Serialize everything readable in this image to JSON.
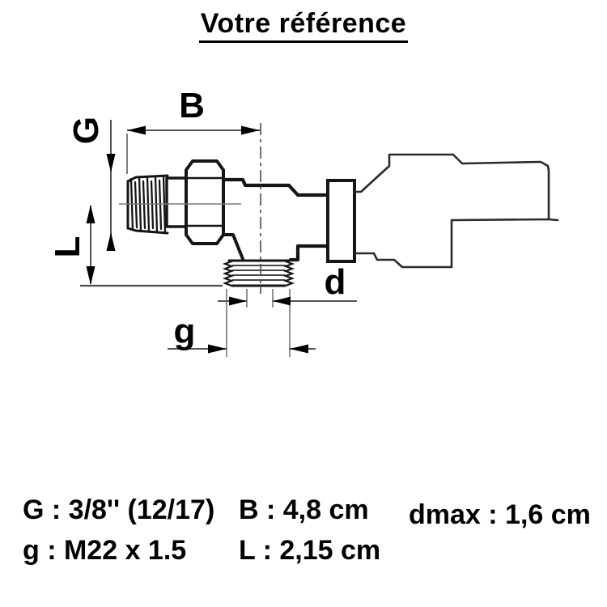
{
  "title": "Votre référence",
  "diagram": {
    "dim_labels": {
      "b": "B",
      "g_upper": "G",
      "l": "L",
      "g_lower": "g",
      "d": "d"
    }
  },
  "specs": {
    "inlet_thread": "G : 3/8'' (12/17)",
    "outlet_thread": "g : M22 x 1.5",
    "width_b": "B : 4,8 cm",
    "height_l": "L : 2,15 cm",
    "dmax": "dmax : 1,6 cm"
  }
}
